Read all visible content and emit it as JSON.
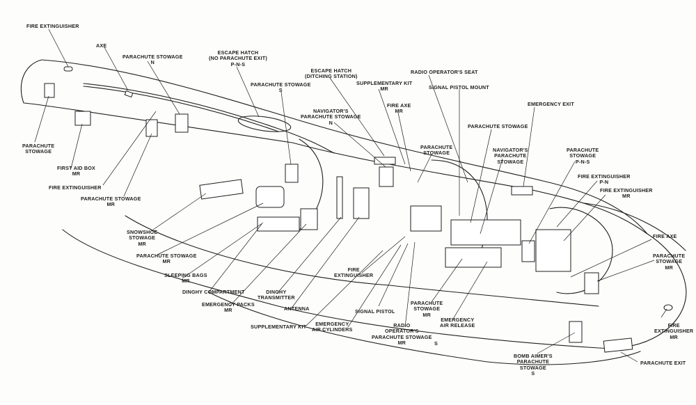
{
  "labels": {
    "fire_ext_1": [
      "FIRE EXTINGUISHER"
    ],
    "axe": [
      "AXE"
    ],
    "para_n": [
      "PARACHUTE STOWAGE",
      "N"
    ],
    "escape_pns": [
      "ESCAPE HATCH",
      "(NO PARACHUTE EXIT)",
      "P-N-S"
    ],
    "para_s": [
      "PARACHUTE STOWAGE",
      "S"
    ],
    "escape_ditch": [
      "ESCAPE HATCH",
      "(DITCHING STATION)"
    ],
    "radio_seat": [
      "RADIO OPERATOR'S SEAT"
    ],
    "supp_kit_top": [
      "SUPPLEMENTARY KIT",
      "MR"
    ],
    "signal_mount": [
      "SIGNAL PISTOL MOUNT"
    ],
    "nav_para": [
      "NAVIGATOR'S",
      "PARACHUTE STOWAGE",
      "N"
    ],
    "fire_axe_top": [
      "FIRE AXE",
      "MR"
    ],
    "emergency_exit": [
      "EMERGENCY EXIT"
    ],
    "para_stowage_plain": [
      "PARACHUTE STOWAGE"
    ],
    "para_stowage_2": [
      "PARACHUTE",
      "STOWAGE"
    ],
    "nav_para_2": [
      "NAVIGATOR'S",
      "PARACHUTE",
      "STOWAGE"
    ],
    "para_pns": [
      "PARACHUTE",
      "STOWAGE",
      "P-N-S"
    ],
    "fire_ext_pn": [
      "FIRE EXTINGUISHER",
      "P-N"
    ],
    "fire_ext_mr": [
      "FIRE EXTINGUISHER",
      "MR"
    ],
    "fire_axe_right": [
      "FIRE AXE"
    ],
    "para_right_mr": [
      "PARACHUTE",
      "STOWAGE",
      "MR"
    ],
    "fire_ext_right": [
      "FIRE",
      "EXTINGUISHER",
      "MR"
    ],
    "para_exit": [
      "PARACHUTE EXIT"
    ],
    "bomb_aimer": [
      "BOMB AIMER'S",
      "PARACHUTE",
      "STOWAGE",
      "S"
    ],
    "para_left": [
      "PARACHUTE",
      "STOWAGE"
    ],
    "first_aid": [
      "FIRST AID BOX",
      "MR"
    ],
    "fire_ext_left": [
      "FIRE EXTINGUISHER"
    ],
    "para_mr_left": [
      "PARACHUTE STOWAGE",
      "MR"
    ],
    "snowshoe": [
      "SNOWSHOE",
      "STOWAGE",
      "MR"
    ],
    "para_mr_2": [
      "PARACHUTE STOWAGE",
      "MR"
    ],
    "sleeping_bags": [
      "SLEEPING BAGS",
      "MR"
    ],
    "dinghy_comp": [
      "DINGHY COMPARTMENT"
    ],
    "emergency_packs": [
      "EMERGENCY PACKS",
      "MR"
    ],
    "dinghy_trans": [
      "DINGHY",
      "TRANSMITTER"
    ],
    "antenna": [
      "ANTENNA"
    ],
    "supp_kit_bottom": [
      "SUPPLEMENTARY KIT"
    ],
    "air_cyl": [
      "EMERGENCY",
      "AIR CYLINDERS"
    ],
    "fire_ext_mid": [
      "FIRE",
      "EXTINGUISHER"
    ],
    "signal_pistol": [
      "SIGNAL PISTOL"
    ],
    "radio_op_para": [
      "RADIO",
      "OPERATOR'S",
      "PARACHUTE STOWAGE",
      "MR"
    ],
    "para_mid_mr": [
      "PARACHUTE",
      "STOWAGE",
      "MR"
    ],
    "air_release": [
      "EMERGENCY",
      "AIR RELEASE"
    ],
    "s_mark": [
      "S"
    ]
  },
  "colors": {
    "ink": "#1d1d1d",
    "paper": "#fdfdfb",
    "shade": "#3a3a3a",
    "light": "#cfcfcf"
  }
}
